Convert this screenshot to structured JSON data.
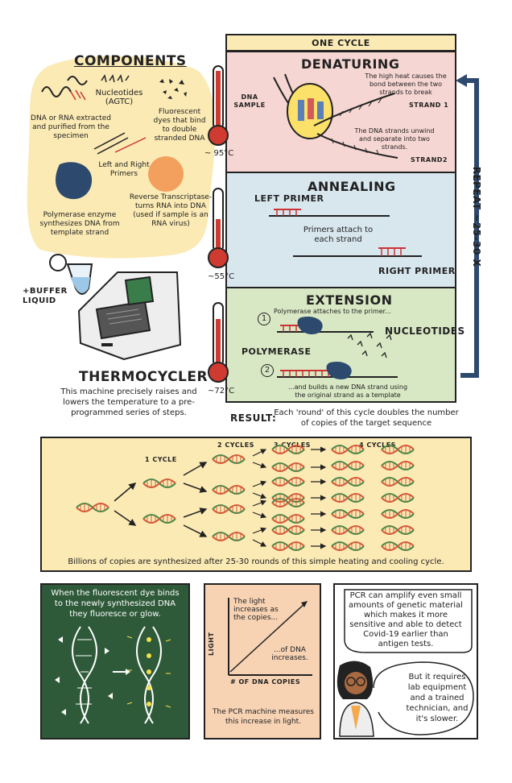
{
  "components": {
    "title": "COMPONENTS",
    "nucleotides": "Nucleotides (AGTC)",
    "dna_rna": "DNA or RNA extracted and purified from the specimen",
    "dyes": "Fluorescent dyes that bind to double stranded DNA",
    "primers": "Left and Right Primers",
    "polymerase": "Polymerase enzyme synthesizes DNA from template strand",
    "reverse": "Reverse Transcriptase- turns RNA into DNA (used if sample is an RNA virus)",
    "buffer": "+BUFFER LIQUID"
  },
  "thermocycler": {
    "title": "THERMOCYCLER",
    "desc": "This machine precisely raises and lowers the temperature to a pre-programmed series of steps."
  },
  "cycle": {
    "header": "ONE CYCLE",
    "repeat": "REPEAT ~25-30 x",
    "denaturing": {
      "title": "DENATURING",
      "temp": "~ 95°C",
      "sample": "DNA SAMPLE",
      "heat": "The high heat causes the bond between the two strands to break",
      "strand1": "STRAND 1",
      "unwind": "The DNA strands unwind and separate into two strands.",
      "strand2": "STRAND2"
    },
    "annealing": {
      "title": "ANNEALING",
      "temp": "~55°C",
      "left": "LEFT PRIMER",
      "attach": "Primers attach to each strand",
      "right": "RIGHT PRIMER"
    },
    "extension": {
      "title": "EXTENSION",
      "temp": "~72°C",
      "step1_num": "1",
      "step1": "Polymerase attaches to the primer...",
      "nucleotides": "NUCLEOTIDES",
      "polymerase": "POLYMERASE",
      "step2_num": "2",
      "step2": "...and builds a new DNA strand using the original strand as a template"
    }
  },
  "result": {
    "label": "RESULT:",
    "text": "Each 'round' of this cycle doubles the number of copies of the target sequence"
  },
  "amplification": {
    "labels": [
      "1 CYCLE",
      "2 CYCLES",
      "3 CYCLES",
      "4 CYCLES"
    ],
    "caption": "Billions of copies are synthesized after 25-30 rounds of this simple heating and cooling cycle."
  },
  "fluorescence": {
    "text": "When the fluorescent dye binds to the newly synthesized DNA they fluoresce or glow."
  },
  "light_graph": {
    "ylabel": "LIGHT",
    "xlabel": "# OF DNA COPIES",
    "top_note": "The light increases as the copies...",
    "bottom_note": "...of DNA increases.",
    "caption": "The PCR machine measures this increase in light."
  },
  "scientist": {
    "bubble1": "PCR can amplify even small amounts of genetic material which makes it more sensitive and able to detect Covid-19 earlier than antigen tests.",
    "bubble2": "But it requires lab equipment and a trained technician, and it's slower."
  },
  "colors": {
    "yellow": "#fbeab4",
    "pink": "#f6d6d2",
    "blue": "#d8e6ee",
    "green": "#d9e8c4",
    "chalk": "#2f5a3a",
    "peach": "#f7d3b4",
    "red": "#cf3b30",
    "navy": "#2d4a6e"
  }
}
